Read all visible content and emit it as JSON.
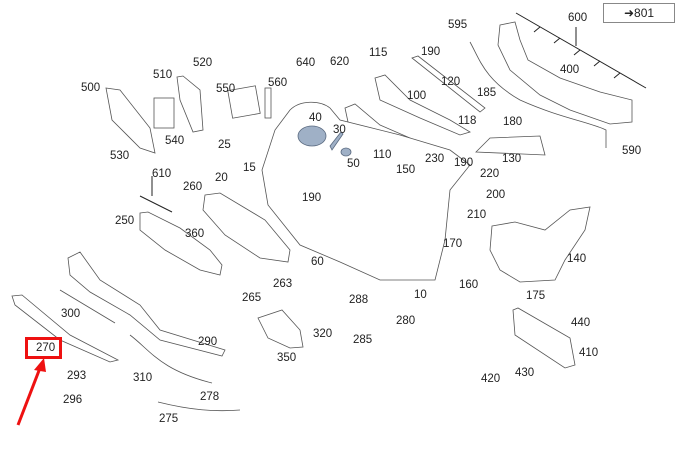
{
  "diagram": {
    "title": "Front bumper exploded parts diagram",
    "reference_link": {
      "label": "801",
      "icon": "arrow-right-icon"
    },
    "highlighted_part": "270",
    "highlight_color": "#ee1111",
    "parts": [
      {
        "id": "p10",
        "label": "10"
      },
      {
        "id": "p15",
        "label": "15"
      },
      {
        "id": "p20",
        "label": "20"
      },
      {
        "id": "p25",
        "label": "25"
      },
      {
        "id": "p30",
        "label": "30"
      },
      {
        "id": "p40",
        "label": "40"
      },
      {
        "id": "p50",
        "label": "50"
      },
      {
        "id": "p60",
        "label": "60"
      },
      {
        "id": "p100",
        "label": "100"
      },
      {
        "id": "p110",
        "label": "110"
      },
      {
        "id": "p115",
        "label": "115"
      },
      {
        "id": "p118",
        "label": "118"
      },
      {
        "id": "p120",
        "label": "120"
      },
      {
        "id": "p130",
        "label": "130"
      },
      {
        "id": "p140",
        "label": "140"
      },
      {
        "id": "p150",
        "label": "150"
      },
      {
        "id": "p160",
        "label": "160"
      },
      {
        "id": "p170",
        "label": "170"
      },
      {
        "id": "p175",
        "label": "175"
      },
      {
        "id": "p180",
        "label": "180"
      },
      {
        "id": "p185",
        "label": "185"
      },
      {
        "id": "p190a",
        "label": "190"
      },
      {
        "id": "p190b",
        "label": "190"
      },
      {
        "id": "p190c",
        "label": "190"
      },
      {
        "id": "p200",
        "label": "200"
      },
      {
        "id": "p210",
        "label": "210"
      },
      {
        "id": "p220",
        "label": "220"
      },
      {
        "id": "p230",
        "label": "230"
      },
      {
        "id": "p250",
        "label": "250"
      },
      {
        "id": "p260",
        "label": "260"
      },
      {
        "id": "p263",
        "label": "263"
      },
      {
        "id": "p265",
        "label": "265"
      },
      {
        "id": "p270",
        "label": "270"
      },
      {
        "id": "p275",
        "label": "275"
      },
      {
        "id": "p278",
        "label": "278"
      },
      {
        "id": "p280",
        "label": "280"
      },
      {
        "id": "p285",
        "label": "285"
      },
      {
        "id": "p288",
        "label": "288"
      },
      {
        "id": "p290",
        "label": "290"
      },
      {
        "id": "p293",
        "label": "293"
      },
      {
        "id": "p296",
        "label": "296"
      },
      {
        "id": "p300",
        "label": "300"
      },
      {
        "id": "p310",
        "label": "310"
      },
      {
        "id": "p320",
        "label": "320"
      },
      {
        "id": "p350",
        "label": "350"
      },
      {
        "id": "p360",
        "label": "360"
      },
      {
        "id": "p400",
        "label": "400"
      },
      {
        "id": "p410",
        "label": "410"
      },
      {
        "id": "p420",
        "label": "420"
      },
      {
        "id": "p430",
        "label": "430"
      },
      {
        "id": "p440",
        "label": "440"
      },
      {
        "id": "p500",
        "label": "500"
      },
      {
        "id": "p510",
        "label": "510"
      },
      {
        "id": "p520",
        "label": "520"
      },
      {
        "id": "p530",
        "label": "530"
      },
      {
        "id": "p540",
        "label": "540"
      },
      {
        "id": "p550",
        "label": "550"
      },
      {
        "id": "p560",
        "label": "560"
      },
      {
        "id": "p590",
        "label": "590"
      },
      {
        "id": "p595",
        "label": "595"
      },
      {
        "id": "p600",
        "label": "600"
      },
      {
        "id": "p610",
        "label": "610"
      },
      {
        "id": "p620",
        "label": "620"
      },
      {
        "id": "p640",
        "label": "640"
      }
    ]
  }
}
